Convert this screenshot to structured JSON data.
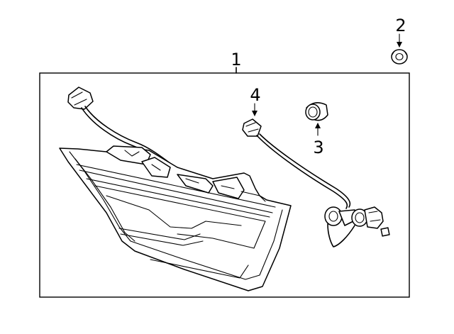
{
  "diagram": {
    "callouts": {
      "lamp_assembly": "1",
      "nut": "2",
      "seal": "3",
      "socket_harness": "4"
    }
  }
}
